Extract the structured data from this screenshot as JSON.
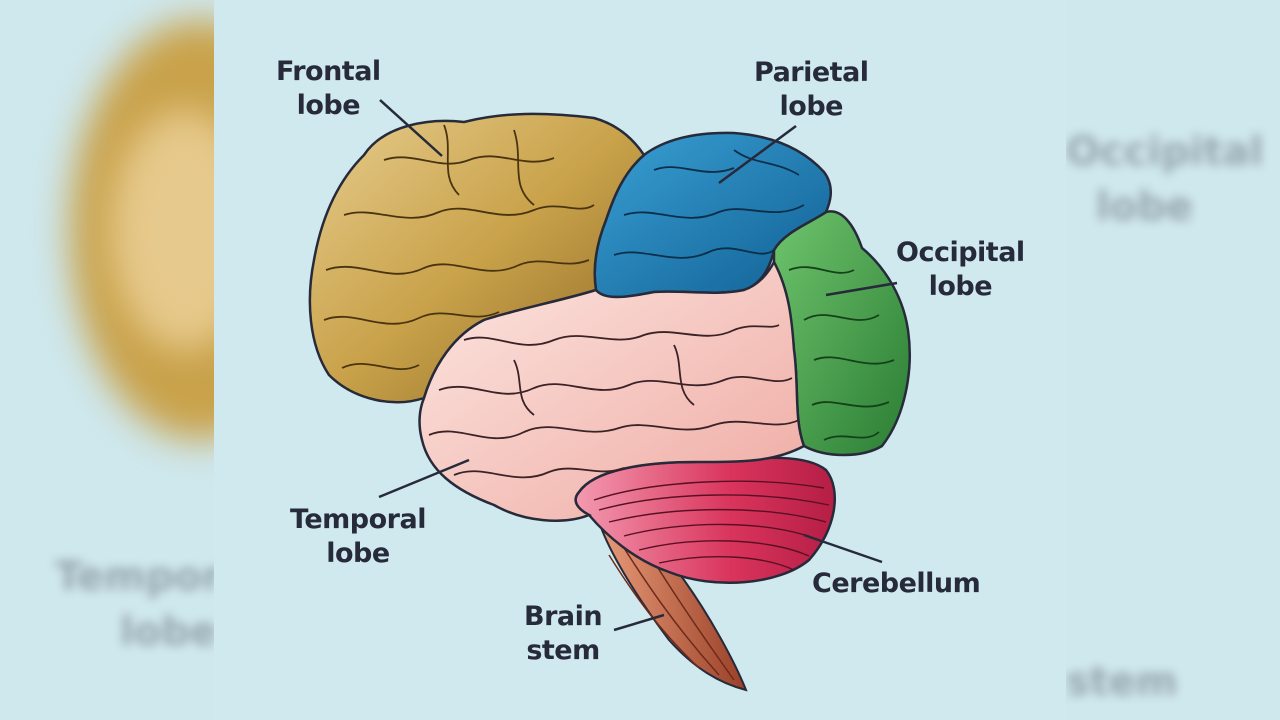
{
  "labels": {
    "frontal": {
      "line1": "Frontal",
      "line2": "lobe"
    },
    "parietal": {
      "line1": "Parietal",
      "line2": "lobe"
    },
    "occipital": {
      "line1": "Occipital",
      "line2": "lobe"
    },
    "temporal": {
      "line1": "Temporal",
      "line2": "lobe"
    },
    "cerebellum": {
      "line1": "Cerebellum"
    },
    "brainstem": {
      "line1": "Brain",
      "line2": "stem"
    }
  },
  "colors": {
    "background": "#cfe9ee",
    "frontal": "#c9a24a",
    "parietal": "#1f7fb6",
    "occipital": "#3f9a44",
    "temporal": "#f4c4bd",
    "cerebellum": "#d9345c",
    "brainstem": "#b4573a",
    "outline": "#262a3a"
  }
}
